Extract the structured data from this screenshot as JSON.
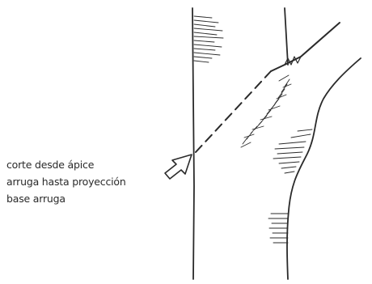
{
  "caption": {
    "lines": [
      "corte desde ápice",
      "arruga hasta proyección",
      "base arruga"
    ]
  },
  "colors": {
    "ink": "#2a2a2a",
    "background": "#ffffff"
  },
  "icons": {
    "pointer": "outline-arrow-icon"
  }
}
